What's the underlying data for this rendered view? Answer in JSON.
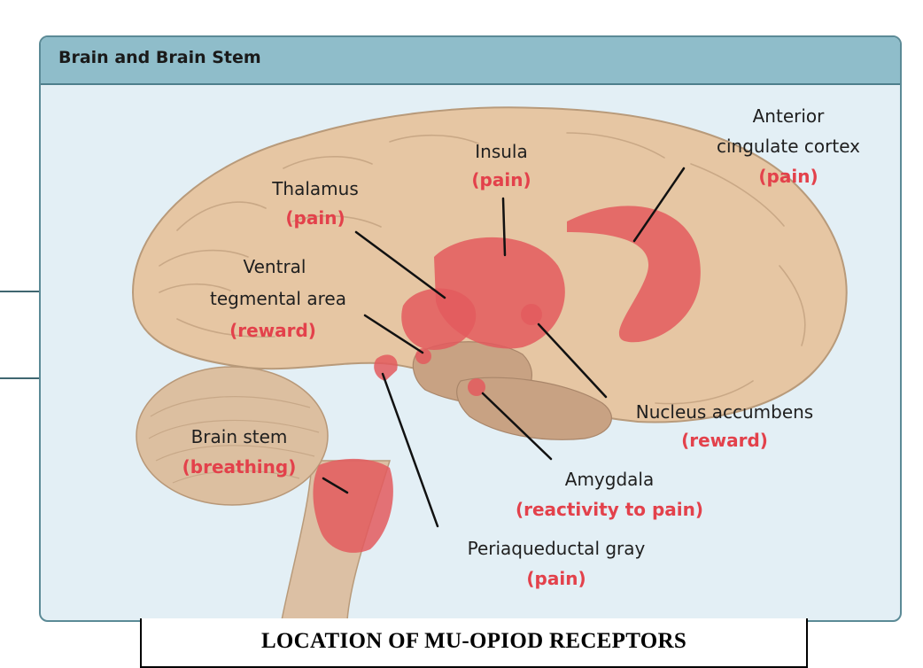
{
  "panel": {
    "title": "Brain and Brain Stem"
  },
  "regions": [
    {
      "id": "insula",
      "name": "Insula",
      "function": "(pain)"
    },
    {
      "id": "anterior_cingulate",
      "name_lines": [
        "Anterior",
        "cingulate cortex"
      ],
      "function": "(pain)"
    },
    {
      "id": "thalamus",
      "name": "Thalamus",
      "function": "(pain)"
    },
    {
      "id": "vta",
      "name_lines": [
        "Ventral",
        "tegmental area"
      ],
      "function": "(reward)"
    },
    {
      "id": "nucleus_accumbens",
      "name": "Nucleus accumbens",
      "function": "(reward)"
    },
    {
      "id": "brain_stem",
      "name": "Brain stem",
      "function": "(breathing)"
    },
    {
      "id": "amygdala",
      "name": "Amygdala",
      "function": "(reactivity to pain)"
    },
    {
      "id": "periaqueductal_gray",
      "name": "Periaqueductal gray",
      "function": "(pain)"
    }
  ],
  "caption": "LOCATION OF MU-OPIOD RECEPTORS",
  "colors": {
    "panel_bg": "#e3eff5",
    "header_bg": "#8fbdca",
    "brain": "#e6c6a3",
    "receptor_highlight": "#e35a5e",
    "function_text": "#e3414b"
  }
}
